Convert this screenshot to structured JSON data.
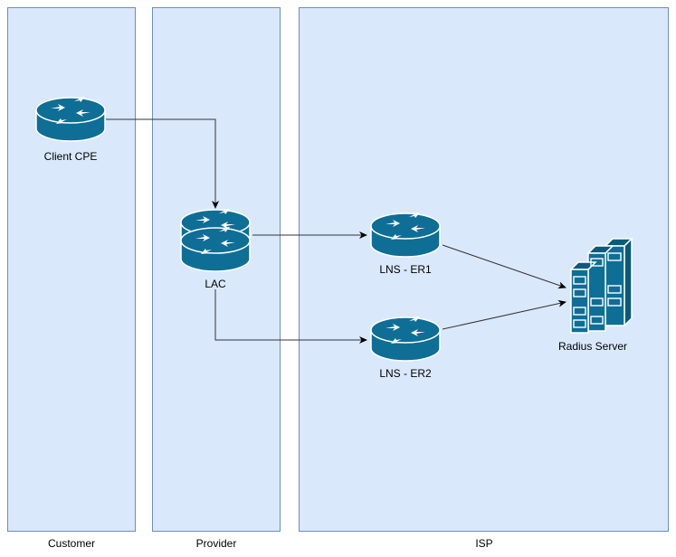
{
  "zones": {
    "customer": "Customer",
    "provider": "Provider",
    "isp": "ISP"
  },
  "nodes": {
    "client_cpe": "Client CPE",
    "lac": "LAC",
    "lns_er1": "LNS - ER1",
    "lns_er2": "LNS - ER2",
    "radius": "Radius Server"
  },
  "edges": [
    {
      "from": "Client CPE",
      "to": "LAC",
      "arrow": true
    },
    {
      "from": "LAC",
      "to": "LNS - ER1",
      "arrow": true
    },
    {
      "from": "LAC",
      "to": "LNS - ER2",
      "arrow": true
    },
    {
      "from": "LNS - ER1",
      "to": "Radius Server",
      "arrow": true
    },
    {
      "from": "LNS - ER2",
      "to": "Radius Server",
      "arrow": true
    }
  ],
  "colors": {
    "zone_fill": "#dae8fc",
    "zone_stroke": "#6c8ebf",
    "router": "#0e6e96",
    "connector": "#333333"
  },
  "icons": {
    "router": "router-icon",
    "server": "server-rack-icon"
  }
}
